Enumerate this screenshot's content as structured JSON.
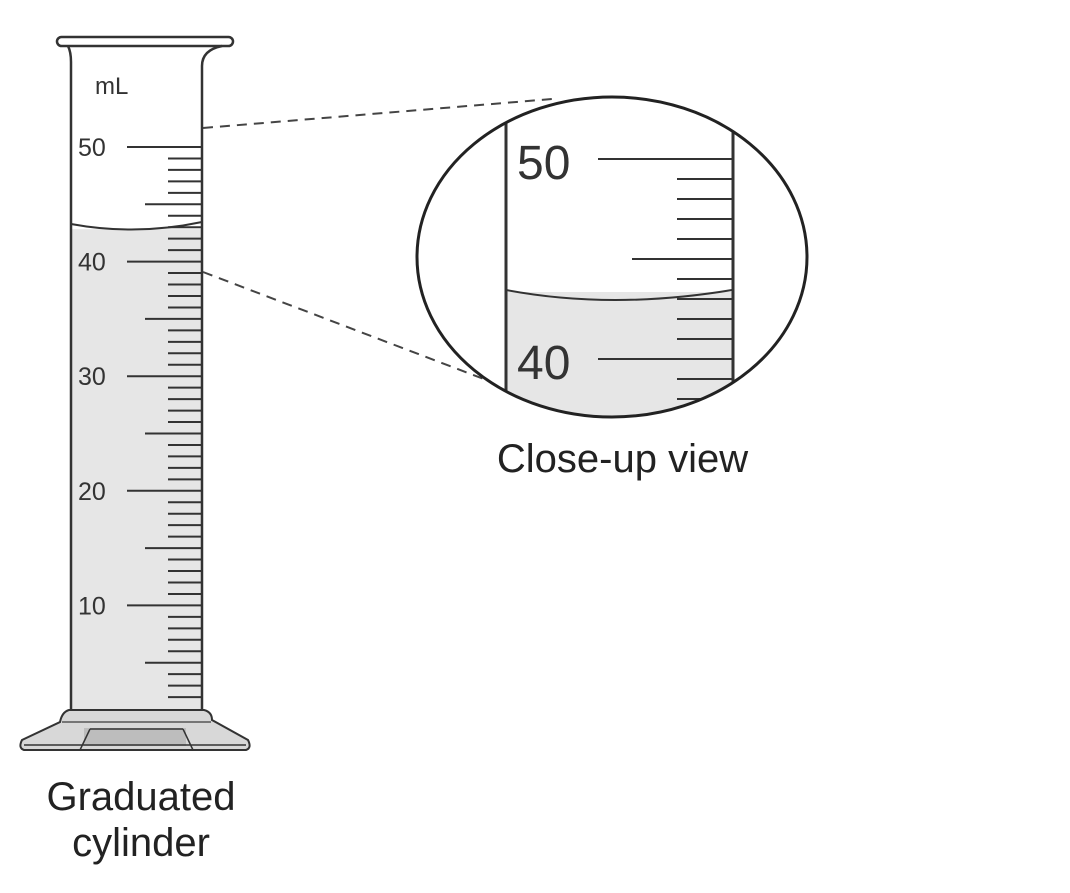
{
  "cylinder": {
    "unit_label": "mL",
    "major_labels": [
      "10",
      "20",
      "30",
      "40",
      "50"
    ],
    "liquid_level_ml": 43,
    "caption_line1": "Graduated",
    "caption_line2": "cylinder"
  },
  "closeup": {
    "labels": [
      "50",
      "40"
    ],
    "caption": "Close-up view"
  },
  "colors": {
    "liquid": "#e6e6e6",
    "line": "#333333",
    "base": "#bdbdbd"
  }
}
